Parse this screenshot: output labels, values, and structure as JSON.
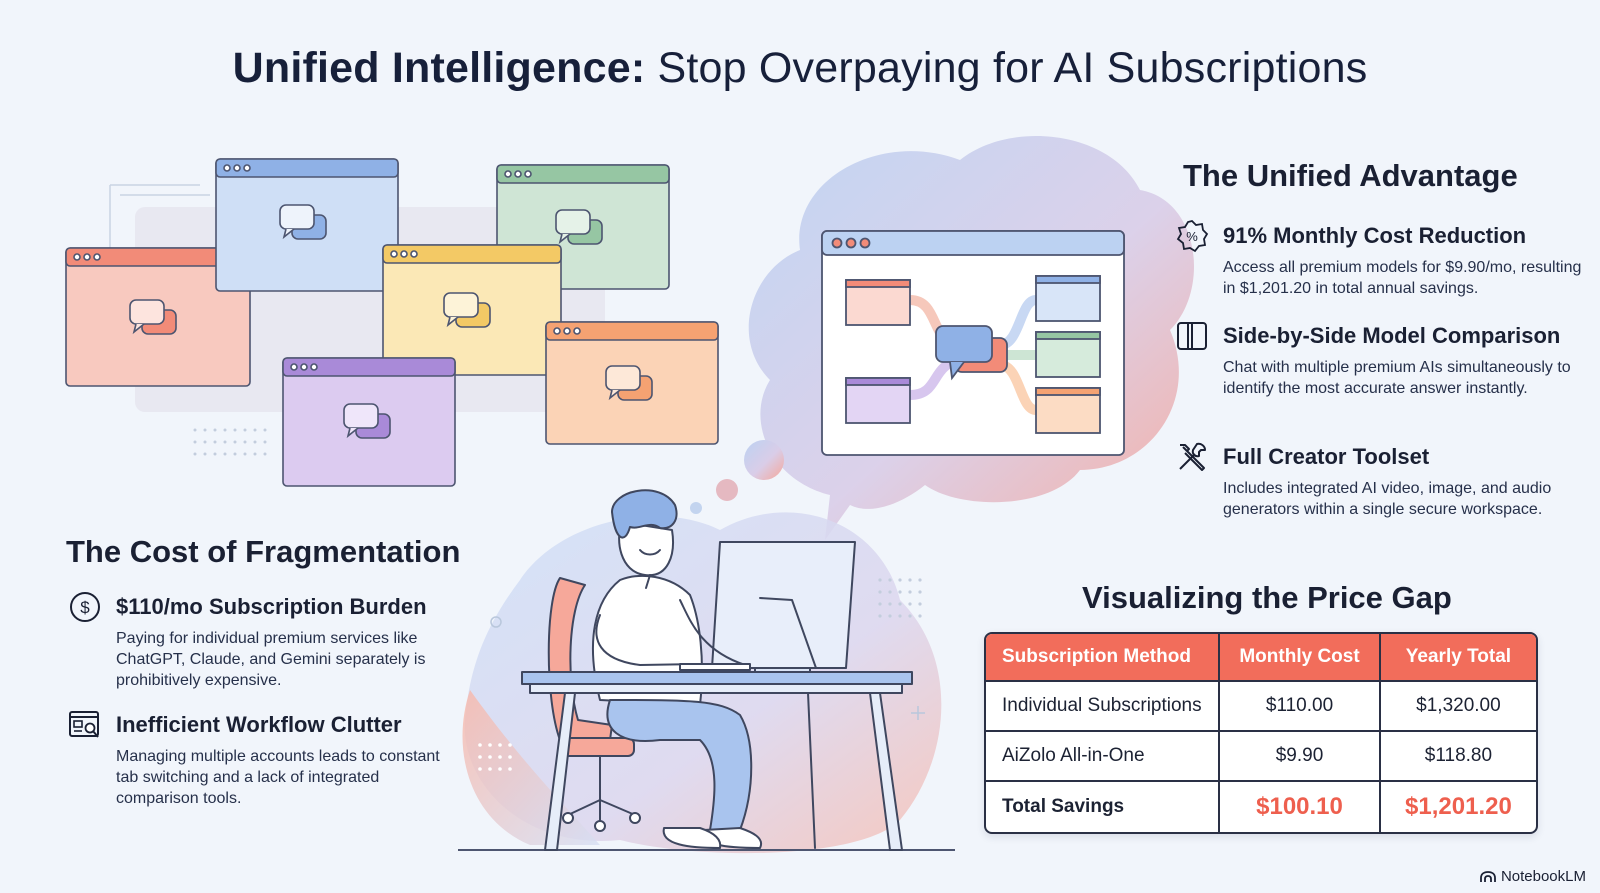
{
  "title": {
    "bold": "Unified Intelligence:",
    "rest": "Stop Overpaying for AI Subscriptions"
  },
  "advantage": {
    "heading": "The Unified Advantage",
    "items": [
      {
        "icon": "percent-badge-icon",
        "title": "91% Monthly Cost Reduction",
        "body": "Access all premium models for $9.90/mo, resulting in $1,201.20 in total annual savings."
      },
      {
        "icon": "columns-icon",
        "title": "Side-by-Side Model Comparison",
        "body": "Chat with multiple premium AIs simultaneously to identify the most accurate answer instantly."
      },
      {
        "icon": "tools-icon",
        "title": "Full Creator Toolset",
        "body": "Includes integrated AI video, image, and audio generators within a single secure workspace."
      }
    ]
  },
  "fragmentation": {
    "heading": "The Cost of Fragmentation",
    "items": [
      {
        "icon": "dollar-coin-icon",
        "title": "$110/mo Subscription Burden",
        "body": "Paying for individual premium services like ChatGPT, Claude, and Gemini separately is prohibitively expensive."
      },
      {
        "icon": "window-search-icon",
        "title": "Inefficient Workflow Clutter",
        "body": "Managing multiple accounts leads to constant tab switching and a lack of integrated comparison tools."
      }
    ]
  },
  "price_gap": {
    "heading": "Visualizing the Price Gap",
    "columns": [
      "Subscription Method",
      "Monthly Cost",
      "Yearly Total"
    ],
    "rows": [
      [
        "Individual Subscriptions",
        "$110.00",
        "$1,320.00"
      ],
      [
        "AiZolo All-in-One",
        "$9.90",
        "$118.80"
      ],
      [
        "Total Savings",
        "$100.10",
        "$1,201.20"
      ]
    ]
  },
  "colors": {
    "accent": "#f26d5b",
    "dark": "#1a2033",
    "window_colors": [
      "#f8c9bf",
      "#cdddf5",
      "#cfe5d5",
      "#fbe7b4",
      "#dbc9ef",
      "#fbd2b5"
    ]
  },
  "brand": "NotebookLM"
}
